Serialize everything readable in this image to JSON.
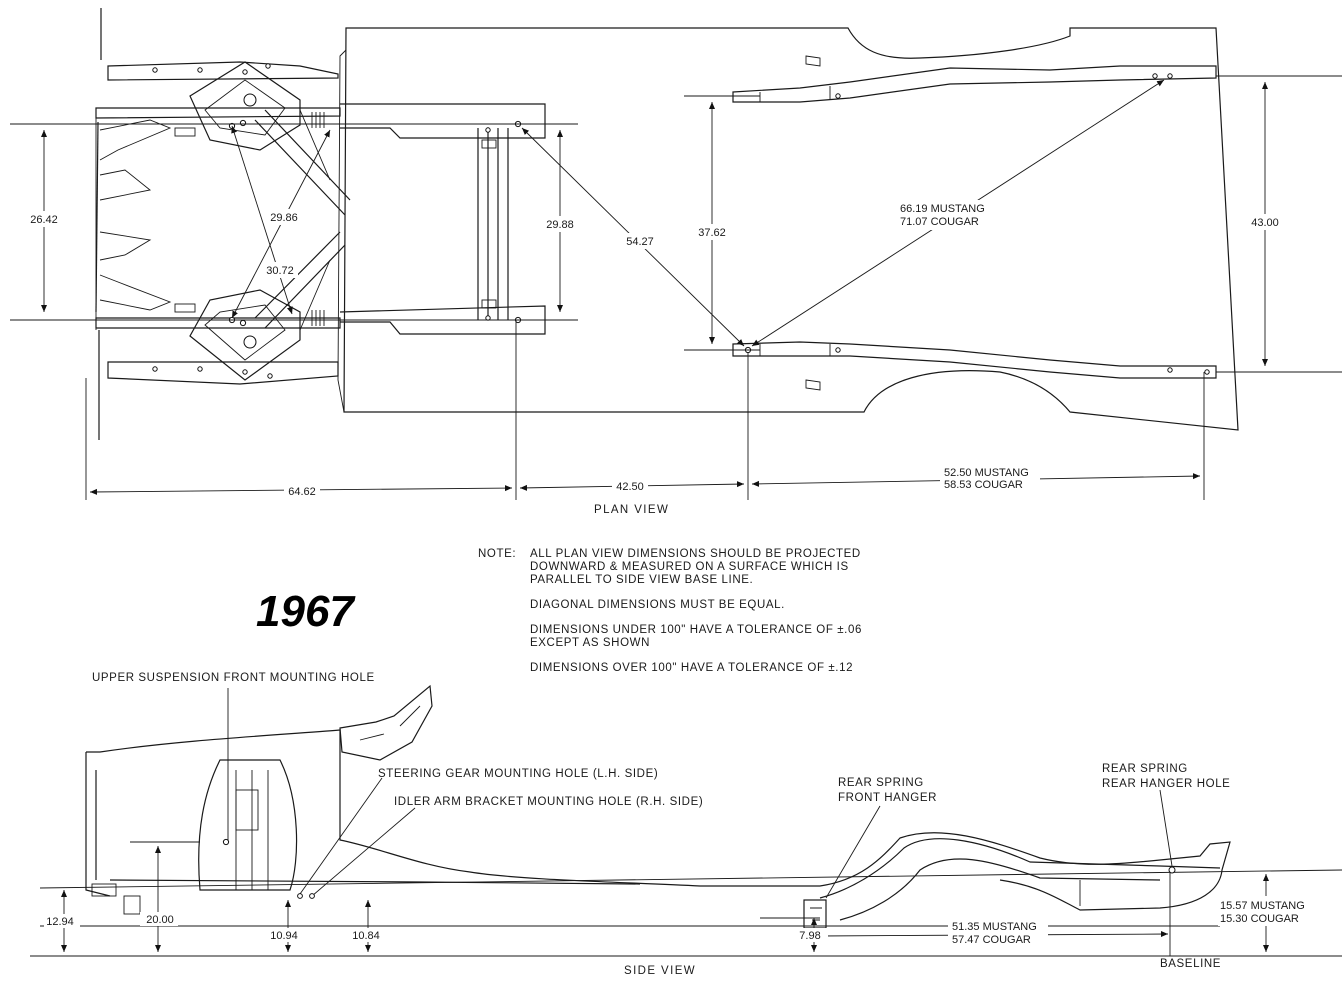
{
  "year": "1967",
  "plan_view": {
    "title": "PLAN VIEW",
    "dims": {
      "d26_42": "26.42",
      "d29_86": "29.86",
      "d30_72": "30.72",
      "d29_88": "29.88",
      "d54_27": "54.27",
      "d37_62": "37.62",
      "diag_rear_1": "66.19 MUSTANG",
      "diag_rear_2": "71.07 COUGAR",
      "d43_00": "43.00",
      "d64_62": "64.62",
      "d42_50": "42.50",
      "rear_len_1": "52.50 MUSTANG",
      "rear_len_2": "58.53 COUGAR"
    }
  },
  "note": {
    "label": "NOTE:",
    "line1": "ALL PLAN VIEW DIMENSIONS SHOULD BE PROJECTED",
    "line2": "DOWNWARD & MEASURED ON A SURFACE WHICH IS",
    "line3": "PARALLEL TO SIDE VIEW BASE LINE.",
    "line4": "DIAGONAL DIMENSIONS MUST BE EQUAL.",
    "line5": "DIMENSIONS UNDER 100\" HAVE A TOLERANCE OF ±.06",
    "line6": "EXCEPT AS SHOWN",
    "line7": "DIMENSIONS OVER 100\" HAVE A TOLERANCE OF ±.12"
  },
  "side_view": {
    "title": "SIDE VIEW",
    "labels": {
      "upper_suspension": "UPPER SUSPENSION FRONT MOUNTING HOLE",
      "steering_gear": "STEERING GEAR MOUNTING HOLE (L.H. SIDE)",
      "idler_arm": "IDLER ARM BRACKET MOUNTING HOLE (R.H. SIDE)",
      "rear_spring_front_1": "REAR SPRING",
      "rear_spring_front_2": "FRONT HANGER",
      "rear_spring_rear_1": "REAR SPRING",
      "rear_spring_rear_2": "REAR HANGER HOLE",
      "baseline": "BASELINE"
    },
    "dims": {
      "d12_94": "12.94",
      "d20_00": "20.00",
      "d10_94": "10.94",
      "d10_84": "10.84",
      "d7_98": "7.98",
      "len_1": "51.35 MUSTANG",
      "len_2": "57.47 COUGAR",
      "h_1": "15.57 MUSTANG",
      "h_2": "15.30 COUGAR"
    }
  }
}
